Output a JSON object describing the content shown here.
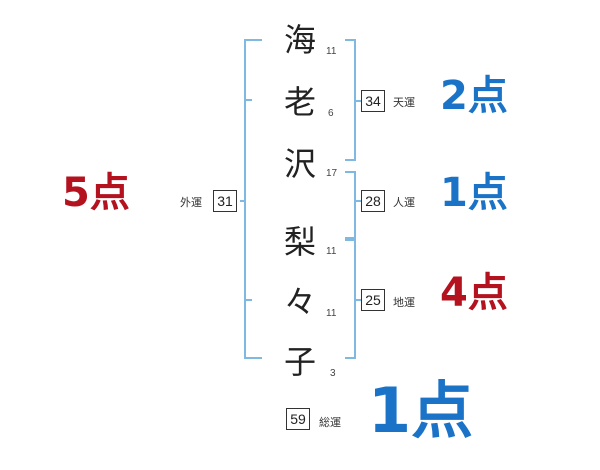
{
  "name_chars": [
    {
      "char": "海",
      "strokes": "11"
    },
    {
      "char": "老",
      "strokes": "6"
    },
    {
      "char": "沢",
      "strokes": "17"
    },
    {
      "char": "梨",
      "strokes": "11"
    },
    {
      "char": "々",
      "strokes": "11"
    },
    {
      "char": "子",
      "strokes": "3"
    }
  ],
  "fortunes": {
    "ten": {
      "label": "天運",
      "value": "34",
      "score": "2点"
    },
    "jin": {
      "label": "人運",
      "value": "28",
      "score": "1点"
    },
    "chi": {
      "label": "地運",
      "value": "25",
      "score": "4点"
    },
    "gai": {
      "label": "外運",
      "value": "31",
      "score": "5点"
    },
    "sou": {
      "label": "総運",
      "value": "59",
      "score": "1点"
    }
  },
  "colors": {
    "blue": "#1a73c7",
    "red": "#b3121e",
    "bracket": "#7fb8e0"
  }
}
